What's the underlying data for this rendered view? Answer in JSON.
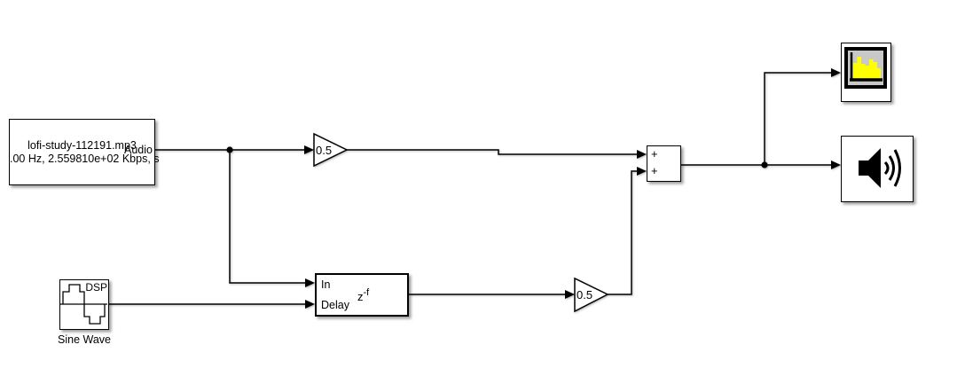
{
  "diagram": {
    "source": {
      "filename": "lofi-study-112191.mp3",
      "info": ".00 Hz, 2.559810e+02 Kbps, s",
      "port_label": "Audio"
    },
    "sine": {
      "icon_label": "DSP",
      "name": "Sine Wave"
    },
    "gain_top": {
      "value": "0.5"
    },
    "gain_bottom": {
      "value": "0.5"
    },
    "delay": {
      "port_in": "In",
      "port_delay": "Delay",
      "formula_base": "z",
      "formula_exponent": "-f"
    },
    "sum": {
      "plus_top": "+",
      "plus_bottom": "+"
    },
    "colors": {
      "background": "#ffffff",
      "wire": "#000000",
      "block_border": "#000000",
      "block_fill": "#ffffff",
      "spectrum_icon_bg": "#c8c8c8",
      "spectrum_bars": "#ffff00"
    }
  }
}
